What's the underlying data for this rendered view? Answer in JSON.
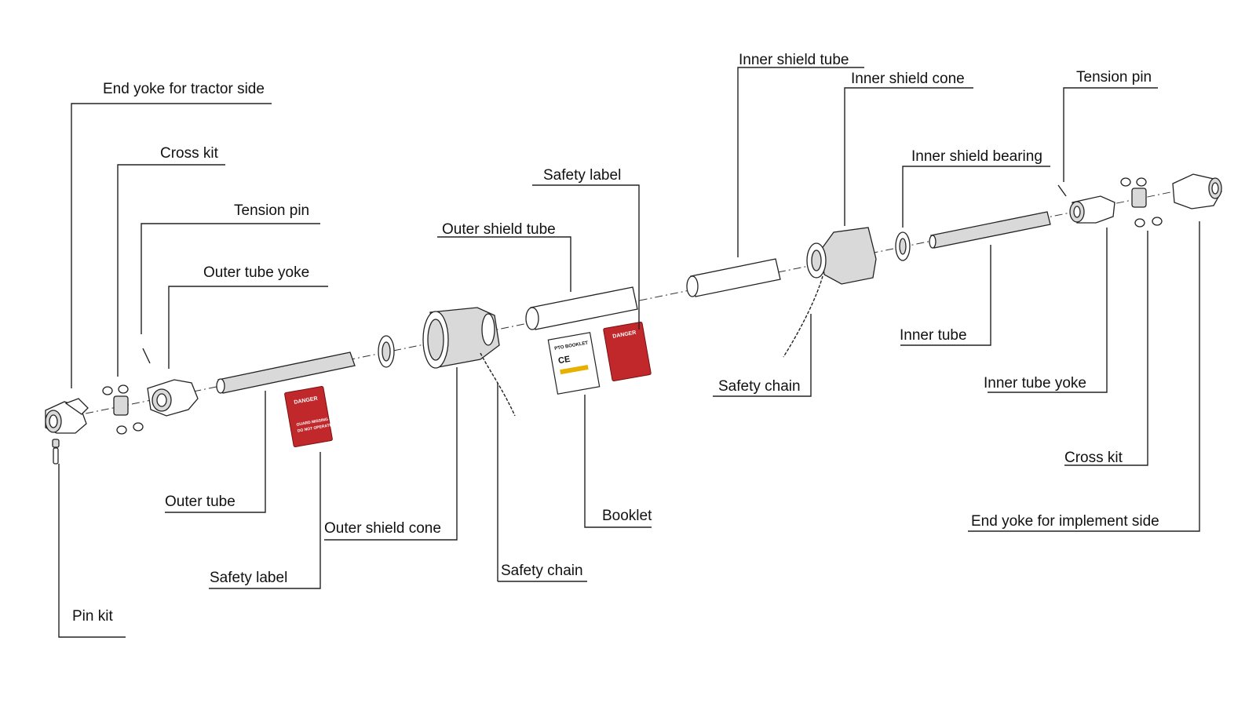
{
  "labels": {
    "end_yoke_tractor": "End yoke for tractor side",
    "cross_kit_left": "Cross kit",
    "tension_pin_left": "Tension pin",
    "outer_tube_yoke": "Outer tube yoke",
    "outer_tube": "Outer tube",
    "safety_label_left": "Safety label",
    "pin_kit": "Pin kit",
    "outer_shield_tube": "Outer shield tube",
    "outer_shield_cone": "Outer shield cone",
    "safety_chain_left": "Safety chain",
    "safety_label_mid": "Safety label",
    "booklet": "Booklet",
    "inner_shield_tube": "Inner shield tube",
    "inner_shield_cone": "Inner shield cone",
    "safety_chain_right": "Safety chain",
    "inner_shield_bearing": "Inner shield bearing",
    "inner_tube": "Inner tube",
    "tension_pin_right": "Tension pin",
    "inner_tube_yoke": "Inner tube yoke",
    "cross_kit_right": "Cross kit",
    "end_yoke_implement": "End yoke for implement side"
  },
  "sticker_texts": {
    "danger": "DANGER",
    "guard_missing": "GUARD MISSING",
    "do_not_operate": "DO NOT OPERATE",
    "pto_booklet": "PTO BOOKLET",
    "ce": "CE"
  }
}
